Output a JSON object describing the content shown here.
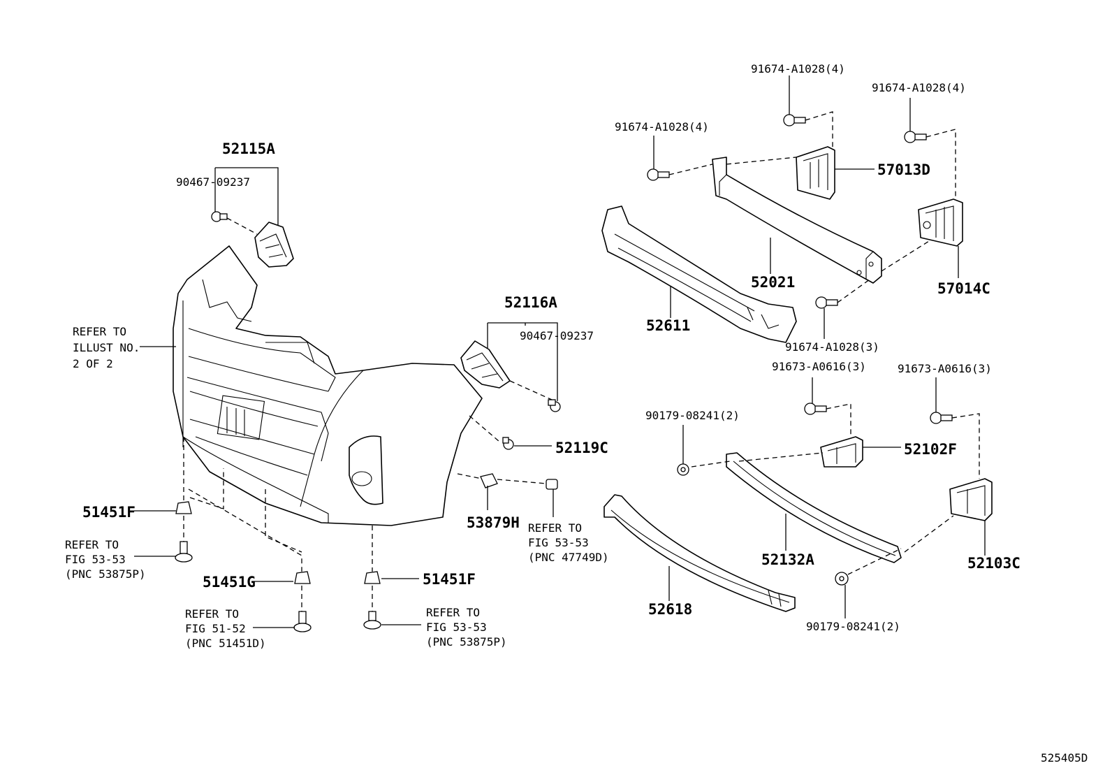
{
  "diagram_id": "525405D",
  "parts": {
    "p52115A": "52115A",
    "p52116A": "52116A",
    "p52119C": "52119C",
    "p53879H": "53879H",
    "p51451F_left": "51451F",
    "p51451F_right": "51451F",
    "p51451G": "51451G",
    "p52611": "52611",
    "p52021": "52021",
    "p57013D": "57013D",
    "p57014C": "57014C",
    "p52102F": "52102F",
    "p52132A": "52132A",
    "p52103C": "52103C",
    "p52618": "52618"
  },
  "fasteners": {
    "f90467_left": "90467-09237",
    "f90467_right": "90467-09237",
    "f91674_a": "91674-A1028(4)",
    "f91674_b": "91674-A1028(4)",
    "f91674_c": "91674-A1028(4)",
    "f91674_d": "91674-A1028(3)",
    "f91673_a": "91673-A0616(3)",
    "f91673_b": "91673-A0616(3)",
    "f90179_a": "90179-08241(2)",
    "f90179_b": "90179-08241(2)"
  },
  "refs": {
    "illust": [
      "REFER TO",
      "ILLUST NO.",
      "2 OF 2"
    ],
    "fig53_left": [
      "REFER TO",
      "FIG 53-53",
      "(PNC 53875P)"
    ],
    "fig51": [
      "REFER TO",
      "FIG 51-52",
      "(PNC 51451D)"
    ],
    "fig53_right": [
      "REFER TO",
      "FIG 53-53",
      "(PNC 53875P)"
    ],
    "fig53_mid": [
      "REFER TO",
      "FIG 53-53",
      "(PNC 47749D)"
    ]
  }
}
